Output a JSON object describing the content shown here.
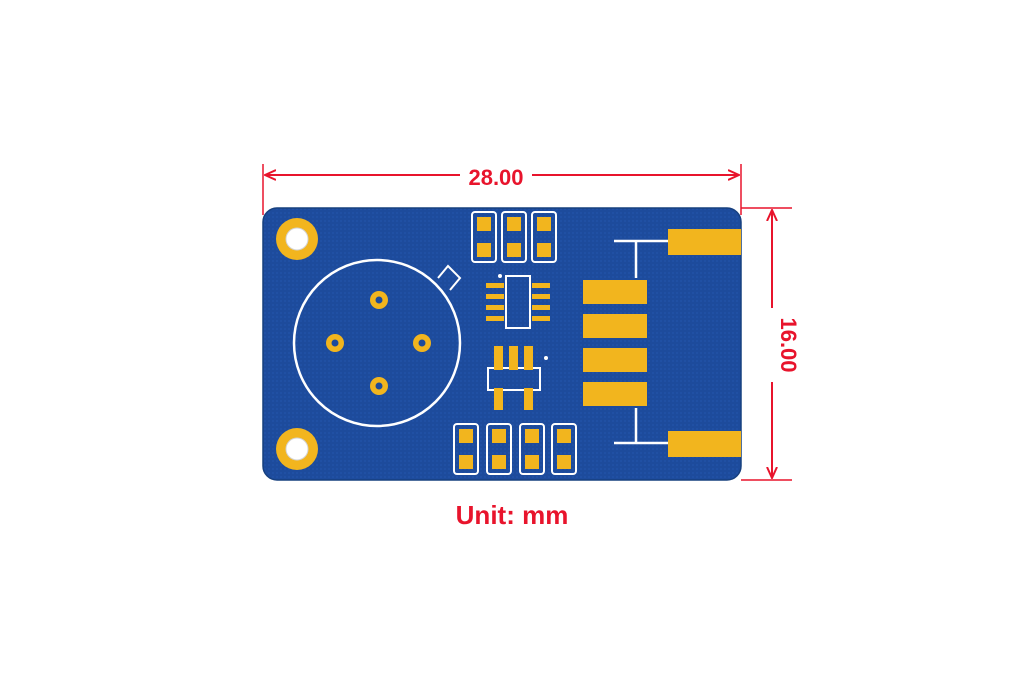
{
  "dimensions": {
    "width_label": "28.00",
    "height_label": "16.00",
    "unit_label": "Unit: mm"
  },
  "colors": {
    "board": "#1d4b9c",
    "pad": "#f2b51e",
    "silkscreen": "#ffffff",
    "dimension": "#e8142c"
  }
}
